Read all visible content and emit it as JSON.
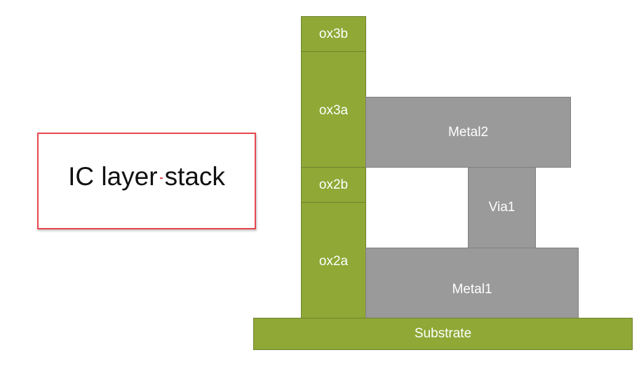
{
  "title": {
    "part1": "IC layer",
    "part2": "stack"
  },
  "layers": {
    "ox3b": "ox3b",
    "ox3a": "ox3a",
    "ox2b": "ox2b",
    "ox2a": "ox2a",
    "metal2": "Metal2",
    "via1": "Via1",
    "metal1": "Metal1",
    "substrate": "Substrate"
  },
  "colors": {
    "oxide": "#8fa836",
    "metal": "#9a9a9a",
    "title_border": "#e8474f"
  }
}
